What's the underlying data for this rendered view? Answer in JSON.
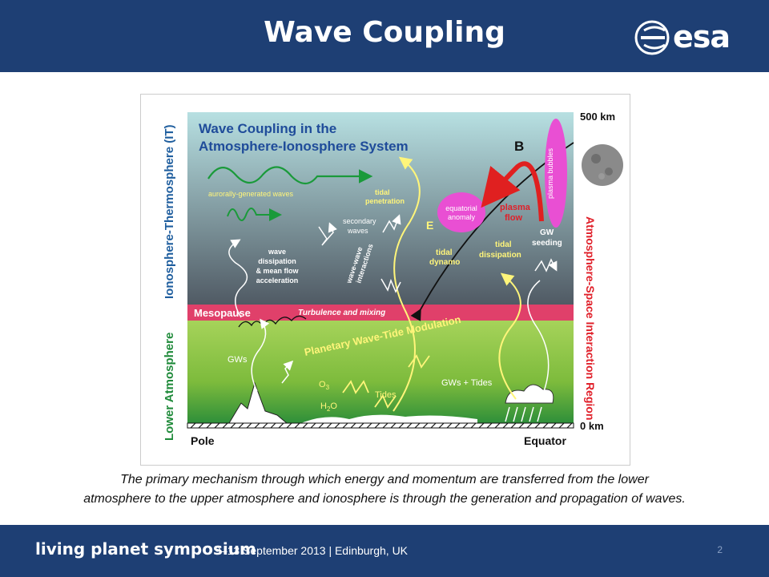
{
  "slide": {
    "title": "Wave Coupling",
    "logo_text": "esa",
    "caption_line1": "The primary mechanism through which energy and momentum are transferred from the lower",
    "caption_line2": "atmosphere to the upper atmosphere and ionosphere is through the generation and propagation of waves.",
    "footer_brand": "living planet symposium",
    "footer_info": "9–13 September 2013 | Edinburgh, UK",
    "page_number": "2"
  },
  "diagram": {
    "title_line1": "Wave Coupling in the",
    "title_line2": "Atmosphere-Ionosphere System",
    "left_axis_upper": "Ionosphere-Thermosphere (IT)",
    "left_axis_lower": "Lower Atmosphere",
    "right_axis": "Atmosphere-Space Interaction Region",
    "altitude_top": "500 km",
    "altitude_bottom": "0 km",
    "pole": "Pole",
    "equator": "Equator",
    "B": "B",
    "E": "E",
    "mesopause": "Mesopause",
    "turbulence": "Turbulence and mixing",
    "auroral": "aurorally-generated waves",
    "tidal_penetration_1": "tidal",
    "tidal_penetration_2": "penetration",
    "secondary_1": "secondary",
    "secondary_2": "waves",
    "wave_dissipation_1": "wave",
    "wave_dissipation_2": "dissipation",
    "wave_dissipation_3": "& mean flow",
    "wave_dissipation_4": "acceleration",
    "wave_wave_1": "wave-wave",
    "wave_wave_2": "interactions",
    "equatorial_1": "equatorial",
    "equatorial_2": "anomaly",
    "plasma_flow_1": "plasma",
    "plasma_flow_2": "flow",
    "plasma_bubbles": "plasma bubbles",
    "tidal_dynamo_1": "tidal",
    "tidal_dynamo_2": "dynamo",
    "tidal_dissipation_1": "tidal",
    "tidal_dissipation_2": "dissipation",
    "gw_seeding_1": "GW",
    "gw_seeding_2": "seeding",
    "planetary": "Planetary Wave-Tide Modulation",
    "gws": "GWs",
    "o3": "O",
    "o3_sub": "3",
    "h2o_h": "H",
    "h2o_sub": "2",
    "h2o_o": "O",
    "tides": "Tides",
    "gws_tides": "GWs + Tides"
  },
  "colors": {
    "header_bg": "#1e3f74",
    "mesopause": "#e0406a",
    "lower_atmosphere_green": "#8cc63f",
    "upper_teal": "#a9d3d6",
    "plasma_magenta": "#e94fd3",
    "tidal_yellow": "#fff57a",
    "green_text": "#1f8a3a",
    "red_text": "#e0202a"
  }
}
